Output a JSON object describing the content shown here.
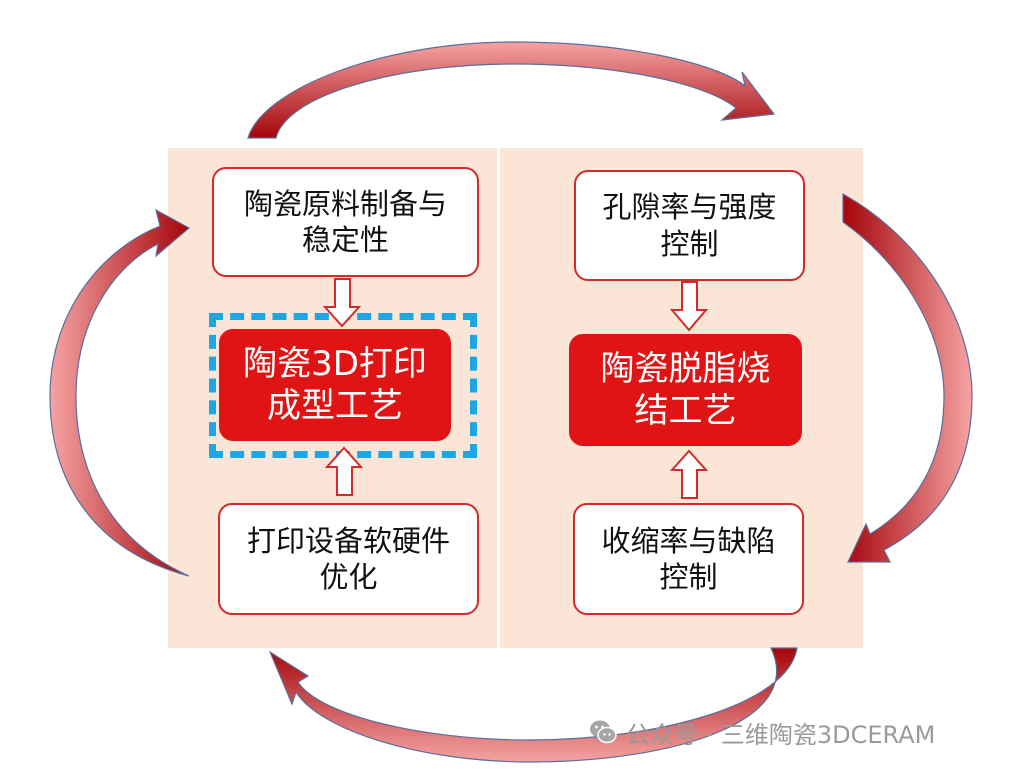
{
  "boxes": {
    "materials": "陶瓷原料制备与\n稳定性",
    "printing": "陶瓷3D打印\n成型工艺",
    "equipment": "打印设备软硬件\n优化",
    "porosity": "孔隙率与强度\n控制",
    "sintering": "陶瓷脱脂烧\n结工艺",
    "shrinkage": "收缩率与缺陷\n控制"
  },
  "watermark": "公众号 · 三维陶瓷3DCERAM",
  "icons": {
    "watermark_icon": "wechat-icon",
    "cycle_arrows": "curved-arrow-icon",
    "flow_arrows": "hollow-arrow-icon"
  },
  "colors": {
    "panel_background": "#fbe5d6",
    "accent_red": "#e01414",
    "box_border": "#d42a2a",
    "dashed_frame": "#1ea6e3",
    "arrow_gradient_light": "#f3a1a1",
    "arrow_gradient_dark": "#a4050a"
  }
}
